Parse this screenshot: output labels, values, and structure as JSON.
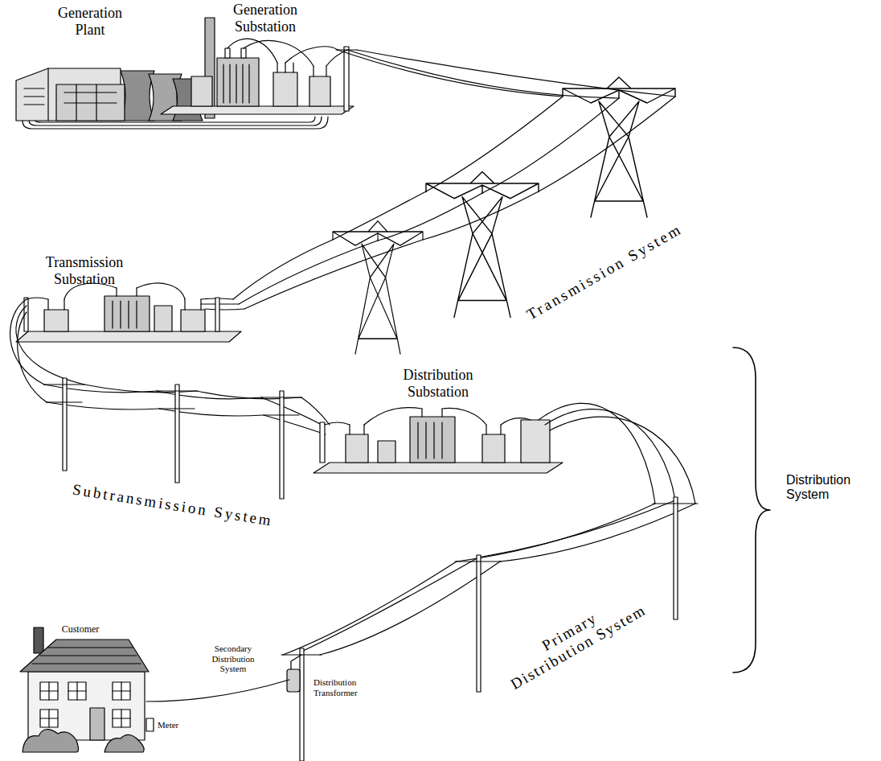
{
  "diagram": {
    "labels": [
      "Generation Plant",
      "Generation Substation",
      "Transmission Substation",
      "Transmission System",
      "Subtransmission System",
      "Distribution Substation",
      "Distribution System",
      "Customer",
      "Secondary Distribution System",
      "Distribution Transformer",
      "Primary Distribution System",
      "Meter"
    ]
  }
}
